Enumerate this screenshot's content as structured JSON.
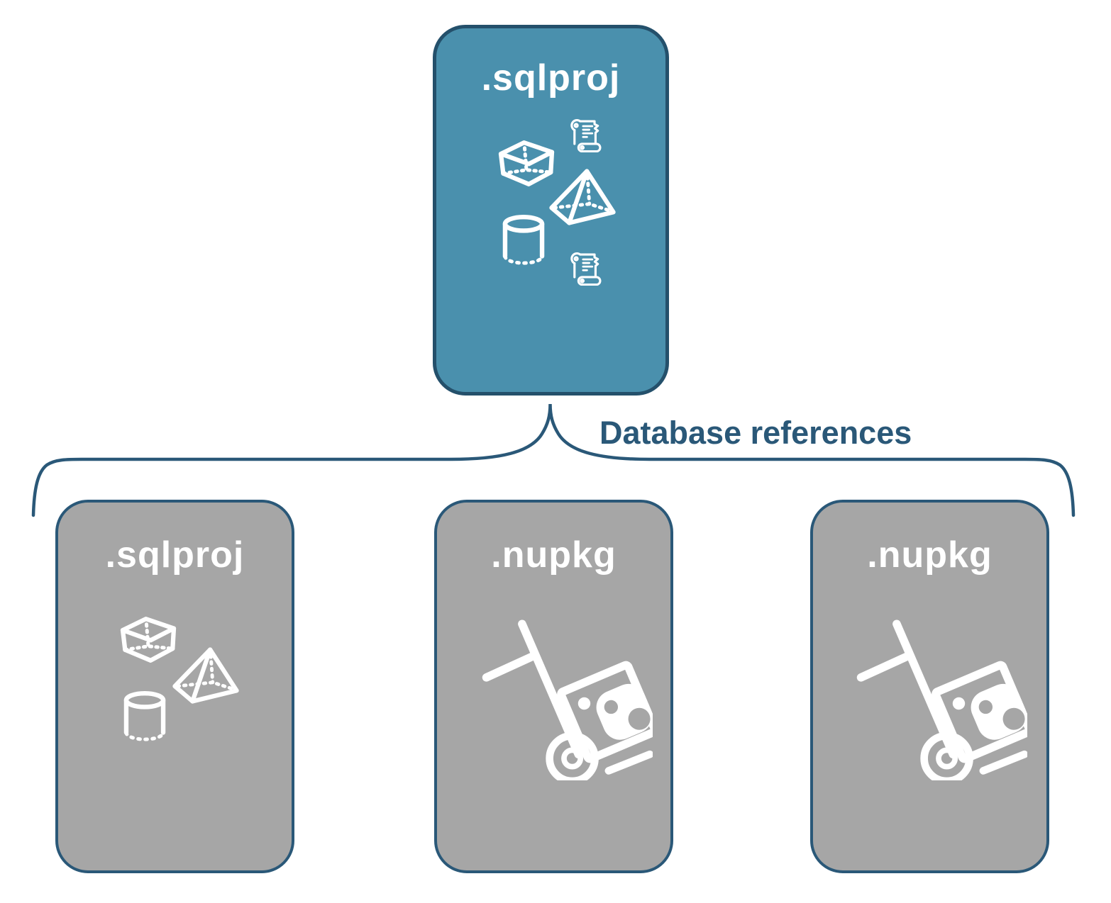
{
  "theme": {
    "canvas-bg": "#ffffff",
    "teal": "#4A90AD",
    "teal-border": "#24506B",
    "gray": "#A6A6A6",
    "navy": "#2A5878",
    "icon": "#ffffff"
  },
  "root_node": {
    "label": ".sqlproj",
    "icons": [
      "scroll-icon",
      "cube-icon",
      "pyramid-icon",
      "cylinder-icon",
      "scroll-icon"
    ]
  },
  "connector": {
    "label": "Database references",
    "color": "#2A5878"
  },
  "child_nodes": [
    {
      "label": ".sqlproj",
      "icons": [
        "cube-icon",
        "pyramid-icon",
        "cylinder-icon"
      ]
    },
    {
      "label": ".nupkg",
      "icons": [
        "nuget-handtruck-icon"
      ]
    },
    {
      "label": ".nupkg",
      "icons": [
        "nuget-handtruck-icon"
      ]
    }
  ]
}
